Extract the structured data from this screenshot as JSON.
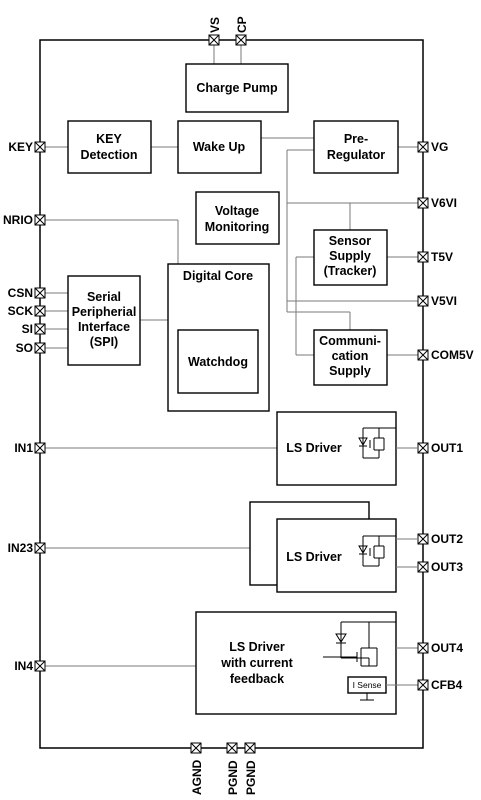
{
  "blocks": {
    "charge_pump": "Charge Pump",
    "key_detection": [
      "KEY",
      "Detection"
    ],
    "wake_up": "Wake Up",
    "pre_regulator": [
      "Pre-",
      "Regulator"
    ],
    "voltage_monitoring": [
      "Voltage",
      "Monitoring"
    ],
    "sensor_supply": [
      "Sensor",
      "Supply",
      "(Tracker)"
    ],
    "digital_core": "Digital Core",
    "watchdog": "Watchdog",
    "spi": [
      "Serial",
      "Peripherial",
      "Interface",
      "(SPI)"
    ],
    "communication_supply": [
      "Communi-",
      "cation",
      "Supply"
    ],
    "ls_driver_1": "LS Driver",
    "ls_driver_23": "LS Driver",
    "ls_driver_4": [
      "LS Driver",
      "with current",
      "feedback"
    ],
    "i_sense": "I Sense"
  },
  "pins": {
    "top": [
      "VS",
      "CP"
    ],
    "left": [
      "KEY",
      "NRIO",
      "CSN",
      "SCK",
      "SI",
      "SO",
      "IN1",
      "IN23",
      "IN4"
    ],
    "right": [
      "VG",
      "V6VI",
      "T5V",
      "V5VI",
      "COM5V",
      "OUT1",
      "OUT2",
      "OUT3",
      "OUT4",
      "CFB4"
    ],
    "bottom": [
      "AGND",
      "PGND",
      "PGND"
    ]
  }
}
